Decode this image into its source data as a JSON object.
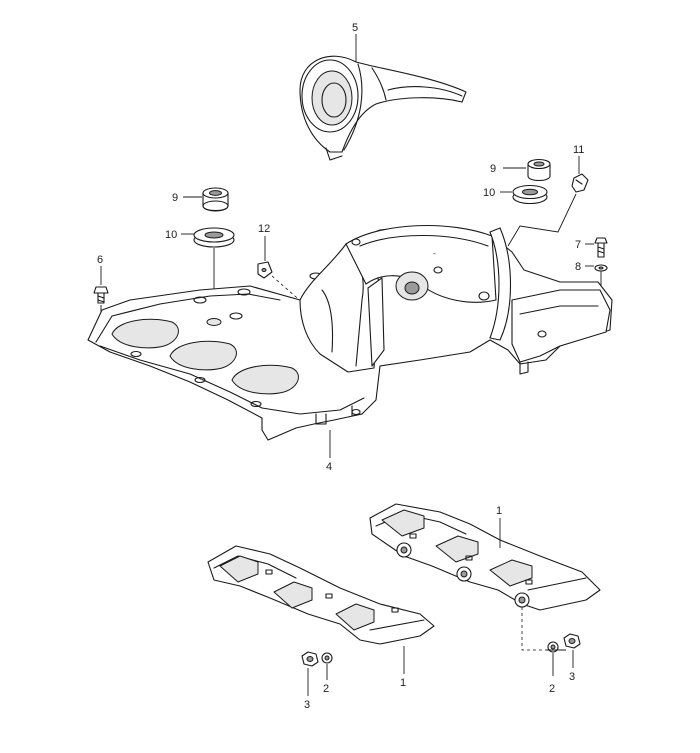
{
  "labels": {
    "l5": "5",
    "l9a": "9",
    "l10a": "10",
    "l12": "12",
    "l6": "6",
    "l9b": "9",
    "l10b": "10",
    "l11": "11",
    "l7": "7",
    "l8": "8",
    "l4": "4",
    "l1a": "1",
    "l1b": "1",
    "l2a": "2",
    "l3a": "3",
    "l2b": "2",
    "l3b": "3"
  },
  "icons": {
    "air_duct_cover": "air-duct-cover-part",
    "fan_shroud": "fan-shroud-housing-part",
    "grommet": "rubber-grommet-part",
    "bolt": "hex-bolt-part",
    "nut": "hex-nut-part",
    "washer": "washer-part",
    "clip": "retaining-clip-part",
    "cylinder_cover": "cylinder-cover-plate-part"
  }
}
